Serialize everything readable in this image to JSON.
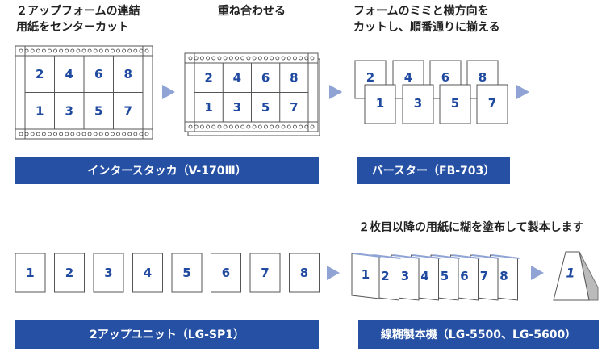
{
  "captions": {
    "step1": "２アップフォームの連結\n用紙をセンターカット",
    "step2": "重ね合わせる",
    "step3": "フォームのミミと横方向を\nカットし、順番通りに揃える",
    "step4": "２枚目以降の用紙に糊を塗布して製本します"
  },
  "machines": {
    "interstacker": "インタースタッカ（V-170Ⅲ）",
    "burster": "バースター（FB-703）",
    "unit": "2アップユニット（LG-SP1）",
    "binder": "線糊製本機（LG-5500、LG-5600）"
  },
  "form1": {
    "top": [
      "2",
      "4",
      "6",
      "8"
    ],
    "bottom": [
      "1",
      "3",
      "5",
      "7"
    ]
  },
  "form2": {
    "top": [
      "2",
      "4",
      "6",
      "8"
    ],
    "bottom": [
      "1",
      "3",
      "5",
      "7"
    ]
  },
  "burst": {
    "back": [
      "2",
      "4",
      "6",
      "8"
    ],
    "front": [
      "1",
      "3",
      "5",
      "7"
    ]
  },
  "sheets": [
    "1",
    "2",
    "3",
    "4",
    "5",
    "6",
    "7",
    "8"
  ],
  "stack": [
    "1",
    "2",
    "3",
    "4",
    "5",
    "6",
    "7",
    "8"
  ],
  "booklet": "1",
  "colors": {
    "accent": "#2550a3",
    "arrow": "#8fa4d4",
    "number": "#1f4aa0"
  }
}
